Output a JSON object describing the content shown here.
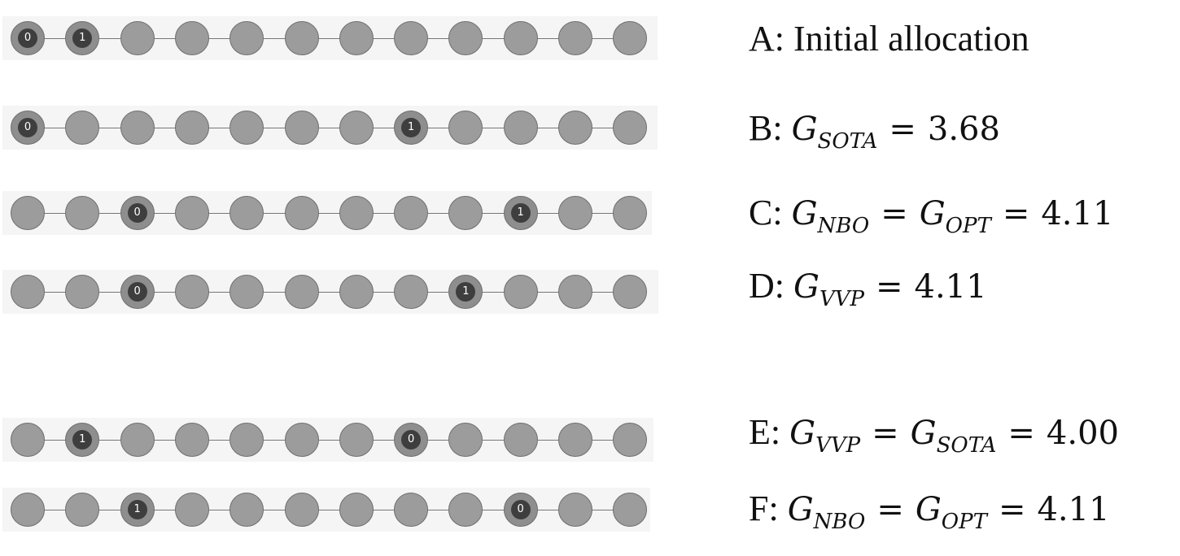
{
  "rows": [
    {
      "id": "A",
      "qubits": [
        {
          "label": "0",
          "position": 1
        },
        {
          "label": "1",
          "position": 2
        }
      ],
      "caption": {
        "letter": "A: ",
        "text": "Initial allocation"
      }
    },
    {
      "id": "B",
      "qubits": [
        {
          "label": "0",
          "position": 1
        },
        {
          "label": "1",
          "position": 8
        }
      ],
      "caption": {
        "letter": "B: ",
        "terms": [
          {
            "var": "G",
            "sub": "SOTA"
          }
        ],
        "value": "3.68"
      }
    },
    {
      "id": "C",
      "qubits": [
        {
          "label": "0",
          "position": 3
        },
        {
          "label": "1",
          "position": 10
        }
      ],
      "caption": {
        "letter": "C: ",
        "terms": [
          {
            "var": "G",
            "sub": "NBO"
          },
          {
            "var": "G",
            "sub": "OPT"
          }
        ],
        "value": "4.11"
      }
    },
    {
      "id": "D",
      "qubits": [
        {
          "label": "0",
          "position": 3
        },
        {
          "label": "1",
          "position": 9
        }
      ],
      "caption": {
        "letter": "D: ",
        "terms": [
          {
            "var": "G",
            "sub": "VVP"
          }
        ],
        "value": "4.11"
      }
    },
    {
      "id": "E",
      "qubits": [
        {
          "label": "1",
          "position": 2
        },
        {
          "label": "0",
          "position": 8
        }
      ],
      "caption": {
        "letter": "E: ",
        "terms": [
          {
            "var": "G",
            "sub": "VVP"
          },
          {
            "var": "G",
            "sub": "SOTA"
          }
        ],
        "value": "4.00"
      }
    },
    {
      "id": "F",
      "qubits": [
        {
          "label": "1",
          "position": 3
        },
        {
          "label": "0",
          "position": 10
        }
      ],
      "caption": {
        "letter": "F: ",
        "terms": [
          {
            "var": "G",
            "sub": "NBO"
          },
          {
            "var": "G",
            "sub": "OPT"
          }
        ],
        "value": "4.11"
      }
    }
  ],
  "equals": "=",
  "sites_per_row": 12,
  "colors": {
    "site": "#9c9c9c",
    "qubit": "#3e3e3e",
    "strip": "#f5f5f5"
  }
}
